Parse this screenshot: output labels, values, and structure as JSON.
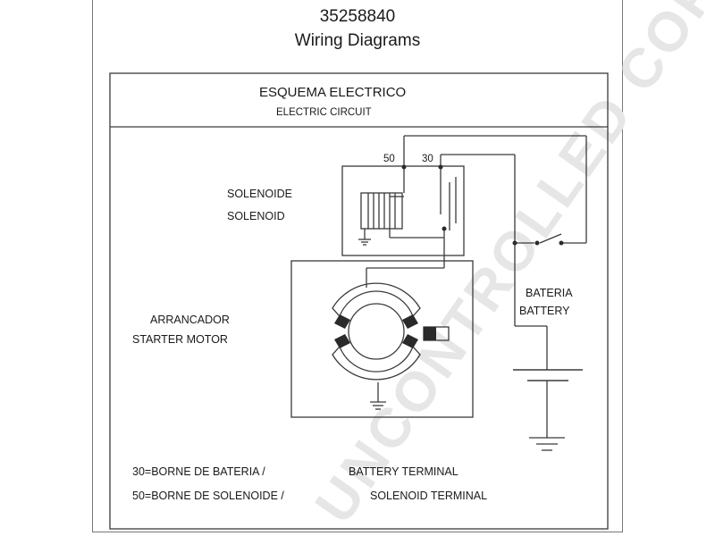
{
  "header": {
    "part_number": "35258840",
    "title": "Wiring Diagrams"
  },
  "panel": {
    "title_es": "ESQUEMA ELECTRICO",
    "title_en": "ELECTRIC CIRCUIT"
  },
  "labels": {
    "solenoid_es": "SOLENOIDE",
    "solenoid_en": "SOLENOID",
    "terminal_50": "50",
    "terminal_30": "30",
    "starter_es": "ARRANCADOR",
    "starter_en": "STARTER MOTOR",
    "battery_es": "BATERIA",
    "battery_en": "BATTERY"
  },
  "legend": [
    {
      "es": "30=BORNE DE BATERIA /",
      "en": "BATTERY TERMINAL"
    },
    {
      "es": "50=BORNE DE SOLENOIDE /",
      "en": "SOLENOID TERMINAL"
    }
  ],
  "watermark": "UNCONTROLLED COPY",
  "colors": {
    "line": "#3a3a3a",
    "watermark": "#e6e6e6",
    "frame": "#777777"
  }
}
